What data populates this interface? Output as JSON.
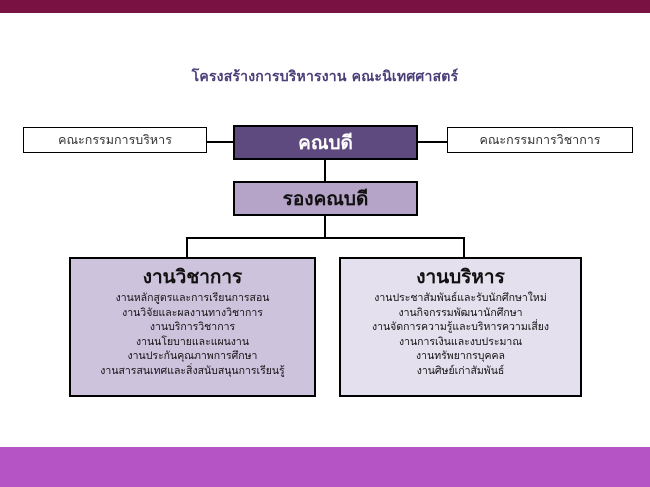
{
  "title": "โครงสร้างการบริหารงาน คณะนิเทศศาสตร์",
  "dean": "คณบดี",
  "left_committee": "คณะกรรมการบริหาร",
  "right_committee": "คณะกรรมการวิชาการ",
  "vice_dean": "รองคณบดี",
  "academic": {
    "title": "งานวิชาการ",
    "items": [
      "งานหลักสูตรและการเรียนการสอน",
      "งานวิจัยและผลงานทางวิชาการ",
      "งานบริการวิชาการ",
      "งานนโยบายและแผนงาน",
      "งานประกันคุณภาพการศึกษา",
      "งานสารสนเทศและสิ่งสนับสนุนการเรียนรู้"
    ]
  },
  "administration": {
    "title": "งานบริหาร",
    "items": [
      "งานประชาสัมพันธ์และรับนักศึกษาใหม่",
      "งานกิจกรรมพัฒนานักศึกษา",
      "งานจัดการความรู้และบริหารความเสี่ยง",
      "งานการเงินและงบประมาณ",
      "งานทรัพยากรบุคคล",
      "งานศิษย์เก่าสัมพันธ์"
    ]
  },
  "colors": {
    "top_bar": "#7a1143",
    "bottom_bar": "#b554c4",
    "dean_fill": "#5e4a7e",
    "vice_fill": "#b6a3c8",
    "academic_fill": "#cec3dd",
    "administration_fill": "#e5e0ee"
  }
}
